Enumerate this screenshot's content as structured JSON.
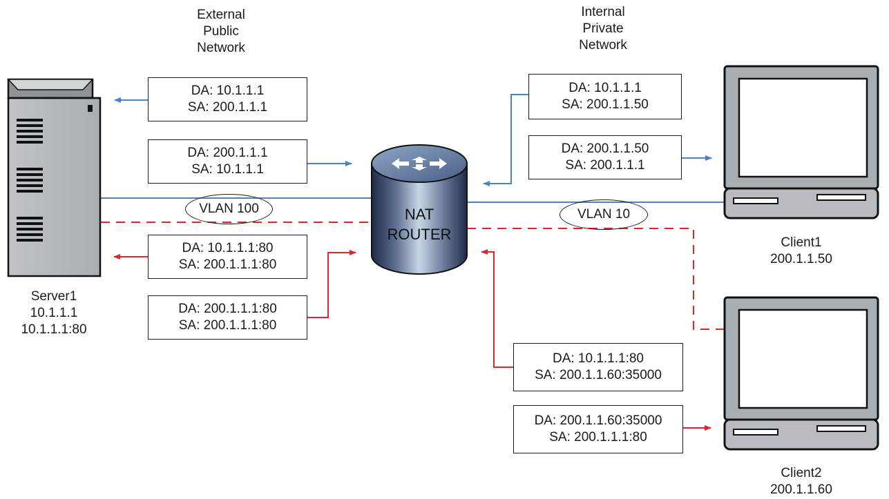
{
  "zones": {
    "external": [
      "External",
      "Public",
      "Network"
    ],
    "internal": [
      "Internal",
      "Private",
      "Network"
    ]
  },
  "router": {
    "line1": "NAT",
    "line2": "ROUTER"
  },
  "vlans": {
    "left": "VLAN 100",
    "right": "VLAN 10"
  },
  "server": {
    "name": "Server1",
    "ip": "10.1.1.1",
    "socket": "10.1.1.1:80"
  },
  "client1": {
    "name": "Client1",
    "ip": "200.1.1.50"
  },
  "client2": {
    "name": "Client2",
    "ip": "200.1.1.60"
  },
  "packets": {
    "blue_ext_out": {
      "da": "DA: 10.1.1.1",
      "sa": "SA: 200.1.1.1"
    },
    "blue_ext_in": {
      "da": "DA: 200.1.1.1",
      "sa": "SA: 10.1.1.1"
    },
    "blue_int_in": {
      "da": "DA: 10.1.1.1",
      "sa": "SA: 200.1.1.50"
    },
    "blue_int_out": {
      "da": "DA: 200.1.1.50",
      "sa": "SA: 200.1.1.1"
    },
    "red_ext_out": {
      "da": "DA: 10.1.1.1:80",
      "sa": "SA: 200.1.1.1:80"
    },
    "red_ext_in": {
      "da": "DA: 200.1.1.1:80",
      "sa": "SA: 200.1.1.1:80"
    },
    "red_int_in": {
      "da": "DA: 10.1.1.1:80",
      "sa": "SA: 200.1.1.60:35000"
    },
    "red_int_out": {
      "da": "DA: 200.1.1.60:35000",
      "sa": "SA: 200.1.1.1:80"
    }
  },
  "colors": {
    "blue_flow": "#4a83c2",
    "red_flow": "#e0242a"
  }
}
